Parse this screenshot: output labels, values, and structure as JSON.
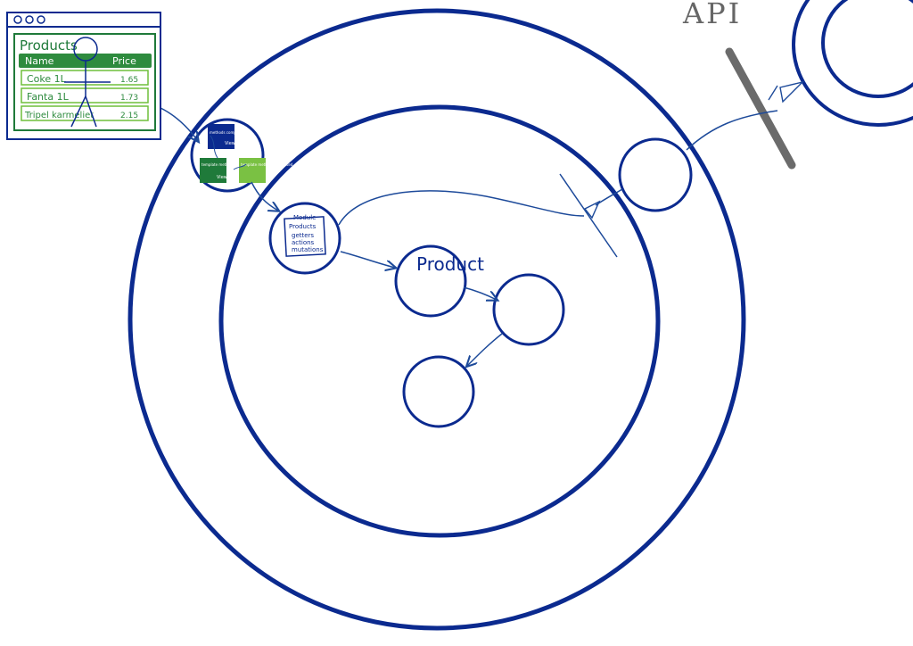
{
  "colors": {
    "ring": "#0b2a8f",
    "arrow": "#1d4a9a",
    "window_green": "#1f7a3a",
    "header_green": "#2e8b3e",
    "row_stroke": "#6fbf3a",
    "gray": "#666666",
    "navy_note": "#0b2a8f",
    "light_green_note": "#7ac143"
  },
  "window": {
    "dots_icon": "window-dots-icon",
    "title": "Products",
    "columns": [
      "Name",
      "Price"
    ],
    "rows": [
      {
        "name": "Coke 1L",
        "price": "1.65"
      },
      {
        "name": "Fanta 1L",
        "price": "1.73"
      },
      {
        "name": "Tripel karmeliet",
        "price": "2.15"
      }
    ],
    "user_icon": "stick-figure-icon"
  },
  "labels": {
    "api": "API",
    "product": "Product"
  },
  "model_note": {
    "title": "Module",
    "lines": [
      "Products",
      "getters",
      "actions",
      "mutations"
    ]
  },
  "sticky_notes": [
    {
      "text": "methods computed",
      "tag": "View"
    },
    {
      "text": "template methods computed",
      "tag": "View"
    },
    {
      "text": "template methods computed",
      "tag": ""
    }
  ]
}
